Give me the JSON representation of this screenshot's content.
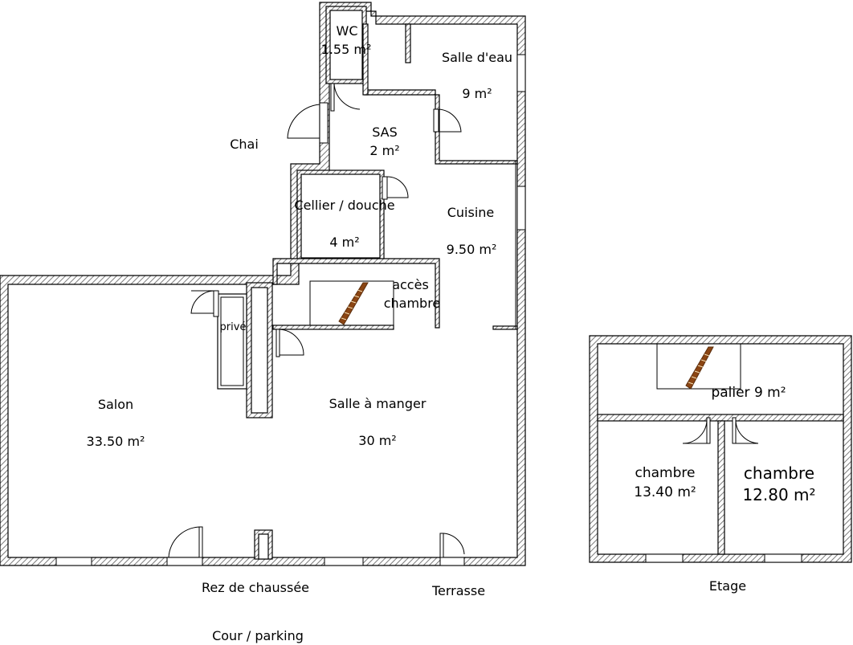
{
  "labels": {
    "chai": "Chai",
    "wc_name": "WC",
    "wc_area": "1.55 m²",
    "salle_eau_name": "Salle d'eau",
    "salle_eau_area": "9 m²",
    "sas_name": "SAS",
    "sas_area": "2 m²",
    "cellier_name": "Cellier / douche",
    "cellier_area": "4 m²",
    "cuisine_name": "Cuisine",
    "cuisine_area": "9.50 m²",
    "acces_line1": "accès",
    "acces_line2": "chambre",
    "prive": "privé",
    "salon_name": "Salon",
    "salon_area": "33.50 m²",
    "salle_manger_name": "Salle à manger",
    "salle_manger_area": "30 m²",
    "rez": "Rez de chaussée",
    "terrasse": "Terrasse",
    "cour": "Cour / parking",
    "palier": "palier 9 m²",
    "chambre1_name": "chambre",
    "chambre1_area": "13.40 m²",
    "chambre2_name": "chambre",
    "chambre2_area": "12.80 m²",
    "etage": "Etage"
  },
  "colors": {
    "wall_hatch": "#7a7a7a",
    "stair": "#8b4513",
    "line": "#000000",
    "background": "#ffffff"
  }
}
